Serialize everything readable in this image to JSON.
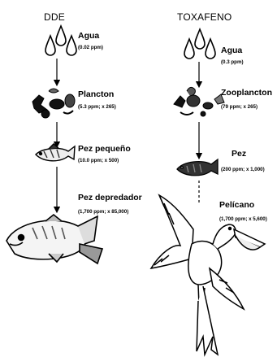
{
  "left": {
    "title": "DDE",
    "levels": [
      {
        "name": "Agua",
        "detail": "(0.02 ppm)"
      },
      {
        "name": "Plancton",
        "detail": "(5.3 ppm; x 265)"
      },
      {
        "name": "Pez pequeño",
        "detail": "(10.0 ppm; x 500)"
      },
      {
        "name": "Pez depredador",
        "detail": "(1,700 ppm; x 85,000)"
      }
    ]
  },
  "right": {
    "title": "TOXAFENO",
    "levels": [
      {
        "name": "Agua",
        "detail": "(0.3 ppm)"
      },
      {
        "name": "Zooplancton",
        "detail": "(79 ppm; x 265)"
      },
      {
        "name": "Pez",
        "detail": "(200 ppm; x 1,000)"
      },
      {
        "name": "Pelícano",
        "detail": "(1,700 ppm; x 5,600)"
      }
    ]
  }
}
